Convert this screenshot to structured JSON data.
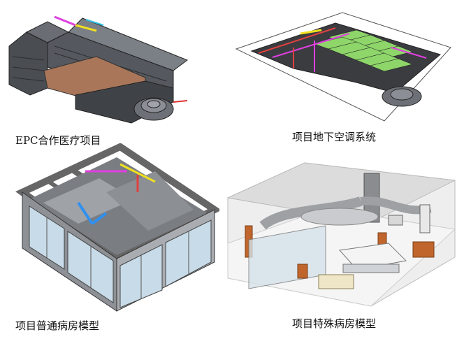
{
  "panels": [
    {
      "caption": "EPC合作医疗项目",
      "image": "hospital-building-3d-model"
    },
    {
      "caption": "项目地下空调系统",
      "image": "underground-hvac-plan-model"
    },
    {
      "caption": "项目普通病房模型",
      "image": "general-ward-3d-model"
    },
    {
      "caption": "项目特殊病房模型",
      "image": "special-ward-3d-model"
    }
  ]
}
